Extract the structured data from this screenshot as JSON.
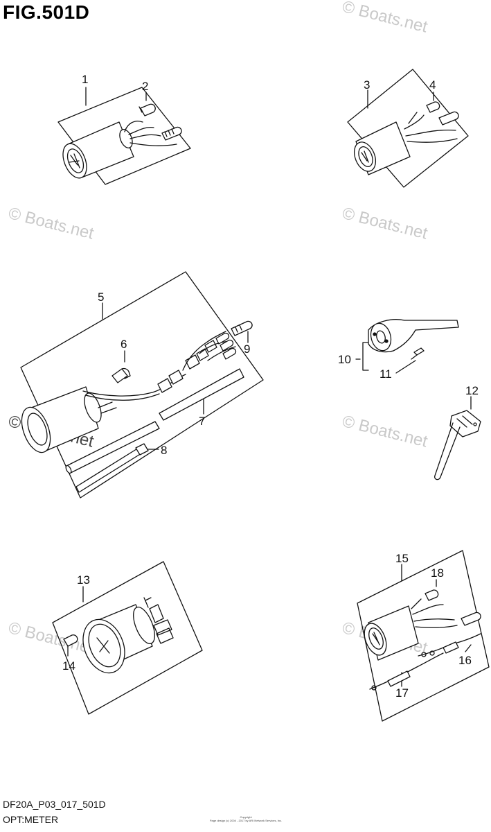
{
  "figure": {
    "title": "FIG.501D",
    "code": "DF20A_P03_017_501D",
    "name": "OPT:METER",
    "copyright_heading": "Copyright",
    "copyright_text": "Page design (c) 2004 - 2017 by ARI Network Services, Inc."
  },
  "watermark": "© Boats.net",
  "callouts": [
    "1",
    "2",
    "3",
    "4",
    "5",
    "6",
    "7",
    "8",
    "9",
    "10",
    "11",
    "12",
    "13",
    "14",
    "15",
    "16",
    "17",
    "18"
  ]
}
